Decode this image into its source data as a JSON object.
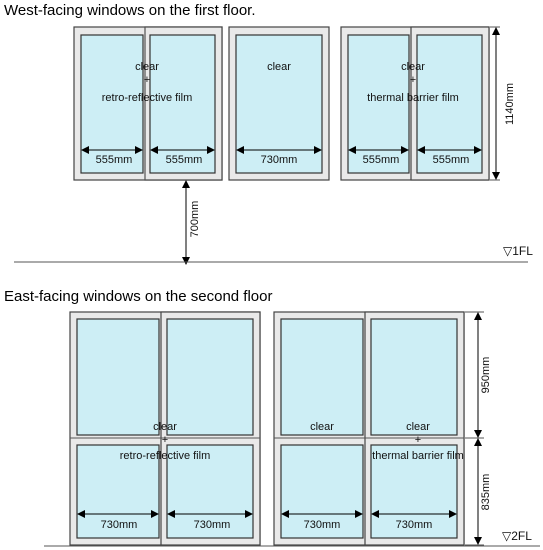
{
  "floor1": {
    "title": "West-facing windows on the first floor.",
    "win1_label_top": "clear",
    "win1_label_plus": "+",
    "win1_label_bottom": "retro-reflective film",
    "win1_dim_left": "555mm",
    "win1_dim_right": "555mm",
    "win2_label": "clear",
    "win2_dim": "730mm",
    "win3_label_top": "clear",
    "win3_label_plus": "+",
    "win3_label_bottom": "thermal barrier film",
    "win3_dim_left": "555mm",
    "win3_dim_right": "555mm",
    "height_dim": "1140mm",
    "sill_dim": "700mm",
    "level_mark": "▽1FL"
  },
  "floor2": {
    "title": "East-facing windows on the second floor",
    "win1_label_top": "clear",
    "win1_label_plus": "+",
    "win1_label_bottom": "retro-reflective film",
    "win1_dim_left": "730mm",
    "win1_dim_right": "730mm",
    "win2_label_left": "clear",
    "win2_label_top": "clear",
    "win2_label_plus": "+",
    "win2_label_bottom": "thermal barrier film",
    "win2_dim_left": "730mm",
    "win2_dim_right": "730mm",
    "upper_height_dim": "950mm",
    "lower_height_dim": "835mm",
    "level_mark": "▽2FL"
  },
  "colors": {
    "glass": "#cdeef5",
    "frame": "#e9e9e9",
    "outline": "#444444"
  }
}
